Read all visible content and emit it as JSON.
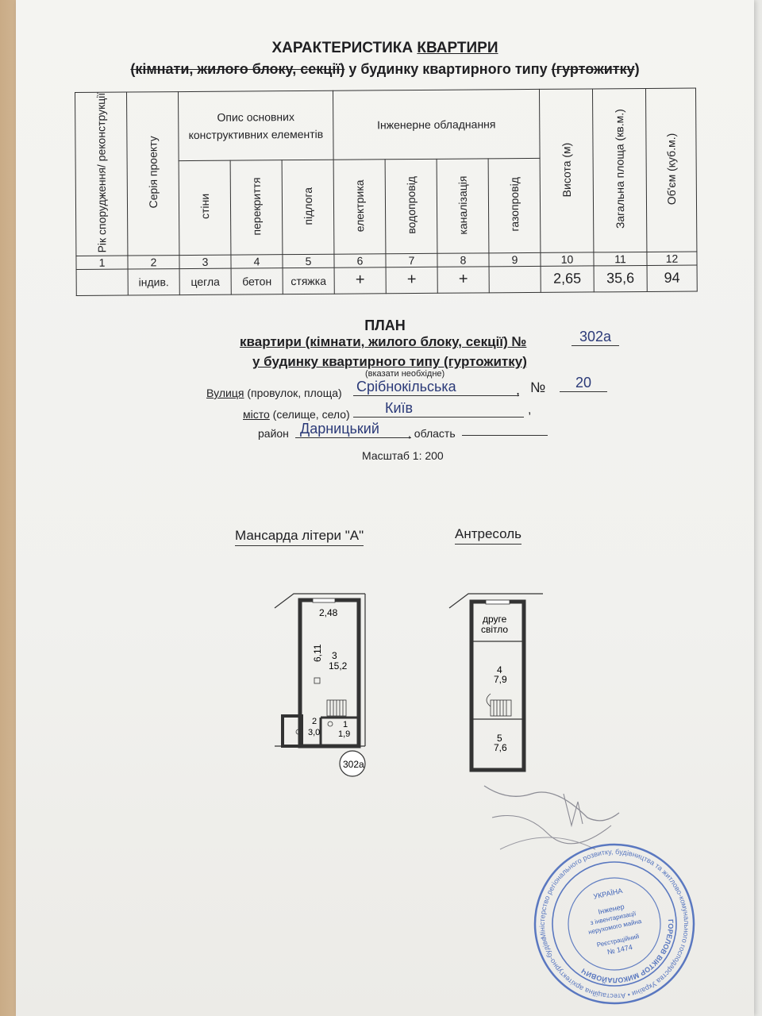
{
  "title": {
    "line1_a": "ХАРАКТЕРИСТИКА",
    "line1_b": "КВАРТИРИ",
    "line2_a": "(кімнати, жилого блоку, секції)",
    "line2_b": "у будинку квартирного типу",
    "line2_c": "(гуртожитку",
    "line2_d": ")"
  },
  "table": {
    "headers": {
      "year": "Рік спорудження/ реконструкції",
      "series": "Серія проекту",
      "construct_group": "Опис основних конструктивних елементів",
      "walls": "стіни",
      "floors_cover": "перекриття",
      "floor": "підлога",
      "engineering_group": "Інженерне обладнання",
      "electric": "електрика",
      "water": "водопровід",
      "sewer": "каналізація",
      "gas": "газопровід",
      "height": "Висота (м)",
      "area": "Загальна площа (кв.м.)",
      "volume": "Об'єм (куб.м.)"
    },
    "numbers": [
      "1",
      "2",
      "3",
      "4",
      "5",
      "6",
      "7",
      "8",
      "9",
      "10",
      "11",
      "12"
    ],
    "values": [
      "",
      "індив.",
      "цегла",
      "бетон",
      "стяжка",
      "+",
      "+",
      "+",
      "",
      "2,65",
      "35,6",
      "94"
    ]
  },
  "plan": {
    "title": "ПЛАН",
    "line1": "квартири (кімнати, жилого блоку, секції) №",
    "apartment_no": "302а",
    "line2": "у будинку квартирного типу (гуртожитку)",
    "hint": "(вказати необхідне)",
    "street_label_a": "Вулиця",
    "street_label_b": "(провулок, площа)",
    "street_value": "Срібнокільська",
    "no_label": "№",
    "house_no": "20",
    "city_label_a": "місто",
    "city_label_b": "(селище, село)",
    "city_value": "Київ",
    "district_label": "район",
    "district_value": "Дарницький",
    "region_label": ", область",
    "scale": "Масштаб 1: 200"
  },
  "floorplans": {
    "left_caption": "Мансарда  літери \"А\"",
    "right_caption": "Антресоль",
    "left": {
      "width_label": "2,48",
      "length_label": "6,11",
      "room3_no": "3",
      "room3_area": "15,2",
      "room2_no": "2",
      "room2_area": "3,0",
      "room1_no": "1",
      "room1_area": "1,9",
      "badge": "302а"
    },
    "right": {
      "second_light_1": "друге",
      "second_light_2": "світло",
      "room4_no": "4",
      "room4_area": "7,9",
      "room5_no": "5",
      "room5_area": "7,6"
    }
  },
  "stamp": {
    "center_1": "УКРАЇНА",
    "center_2": "Інженер",
    "center_3": "з інвентаризації",
    "center_4": "нерухомого майна",
    "center_5": "Реєстраційний",
    "center_6": "№ 1474",
    "ring_text": "Міністерство регіонального розвитку, будівництва та житлово-комунального господарства України • Атестаційна архітектурно-будівельна комісія • Кваліфікаційний сертифікат АЕ № 001474 •",
    "name_text": "ГОРЕЛОВ ВІКТОР МИКОЛАЙОВИЧ"
  },
  "colors": {
    "stamp_blue": "#3f63b8",
    "ink_blue": "#2b3a78"
  }
}
